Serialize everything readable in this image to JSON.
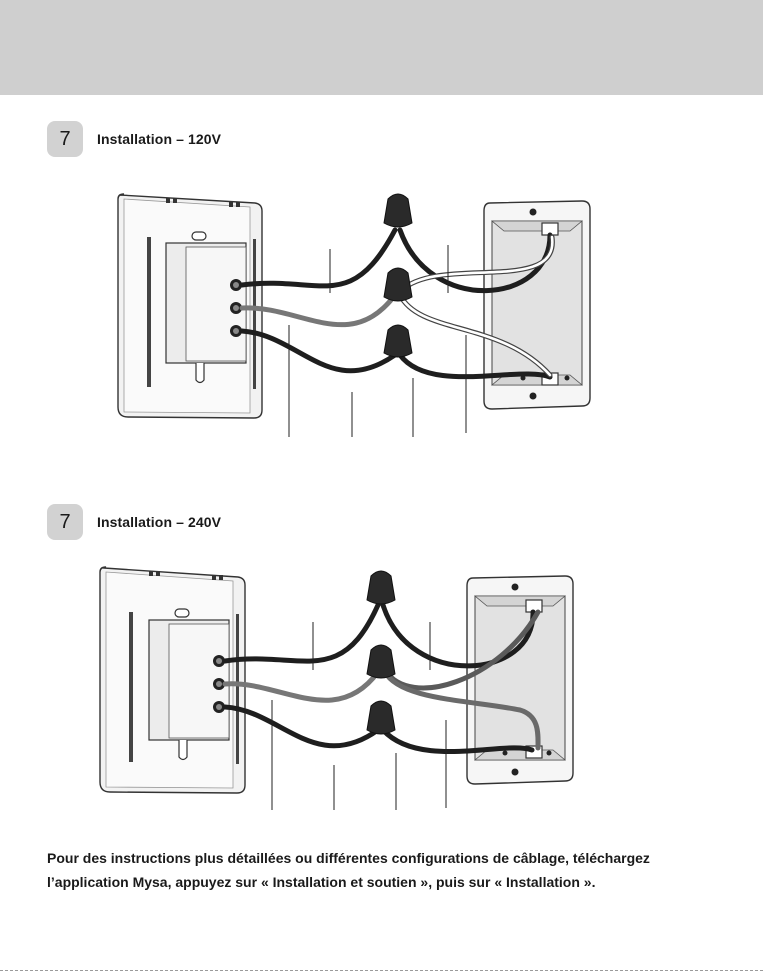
{
  "sections": [
    {
      "step": "7",
      "title": "Installation – 120V",
      "wiring": "120v"
    },
    {
      "step": "7",
      "title": "Installation – 240V",
      "wiring": "240v"
    }
  ],
  "footer": {
    "line1": "Pour des instructions plus détaillées ou différentes configurations de câblage, téléchargez",
    "line2": "l’application Mysa, appuyez sur « Installation et soutien », puis sur « Installation »."
  },
  "colors": {
    "band": "#cfcfcf",
    "badge": "#d2d2d2",
    "wire_black": "#1e1e1e",
    "wire_gray": "#7a7a7a",
    "wire_white_outline": "#555555"
  }
}
